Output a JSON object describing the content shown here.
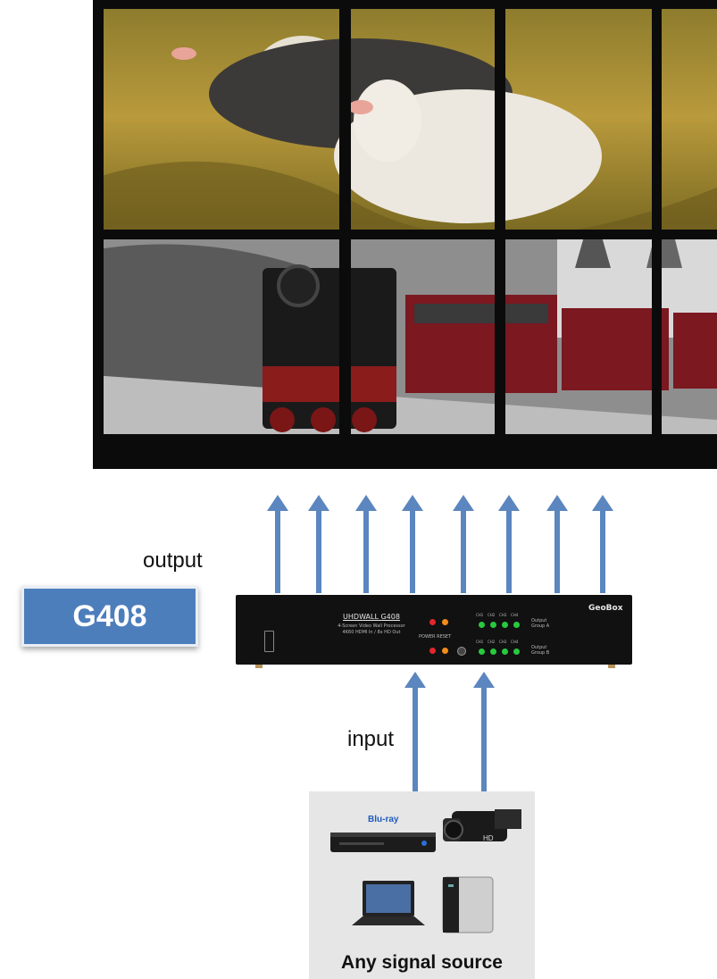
{
  "labels": {
    "output": "output",
    "input": "input",
    "model_badge": "G408"
  },
  "device": {
    "brand": "GeoBox",
    "title": "UHDWALL G408",
    "subtitle_line1": "4-Screen Video Wall Processor",
    "subtitle_line2": "4K60 HDMI In / 8x HD Out",
    "power_reset_label": "POWER  RESET",
    "channel_labels": [
      "CH1",
      "CH2",
      "CH3",
      "CH4"
    ],
    "output_a_label": "Output Group A",
    "output_b_label": "Output Group B"
  },
  "source": {
    "caption": "Any signal source",
    "devices": [
      "blu-ray-player",
      "hd-camcorder",
      "laptop",
      "desktop-tower"
    ]
  },
  "colors": {
    "arrow": "#5b86bf",
    "badge": "#4d7ebc",
    "led_green": "#27c93f",
    "led_red": "#e3262b",
    "led_orange": "#f28c1c"
  }
}
